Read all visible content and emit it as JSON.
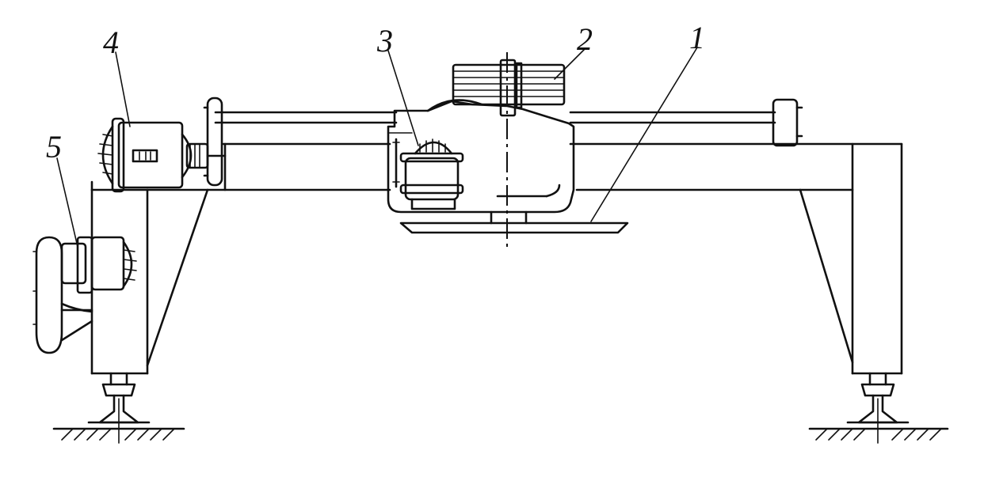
{
  "callouts": [
    {
      "id": "1",
      "text": "1"
    },
    {
      "id": "2",
      "text": "2"
    },
    {
      "id": "3",
      "text": "3"
    },
    {
      "id": "4",
      "text": "4"
    },
    {
      "id": "5",
      "text": "5"
    }
  ],
  "colors": {
    "ink": "#111111",
    "paper": "#ffffff"
  }
}
